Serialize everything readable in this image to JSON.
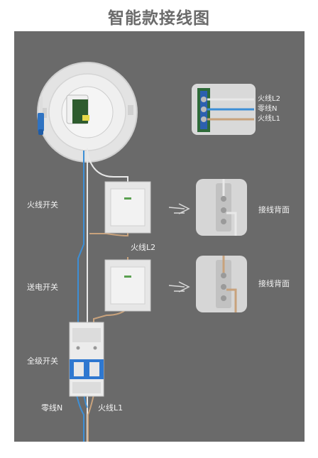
{
  "title": "智能款接线图",
  "labels": {
    "live_switch": "火线开关",
    "power_switch": "送电开关",
    "main_switch": "全级开关",
    "live_l2_mid": "火线L2",
    "back_1": "接线背面",
    "back_2": "接线背面",
    "neutral": "零线N",
    "live_l1": "火线L1"
  },
  "terminal_labels": [
    "火线L2",
    "零线N",
    "火线L1"
  ],
  "colors": {
    "panel": "#6a6a6a",
    "wire_blue": "#3d8fd6",
    "wire_brown": "#c8a27c",
    "wire_white": "#e8e8e8",
    "device": "#e6e6e6"
  }
}
